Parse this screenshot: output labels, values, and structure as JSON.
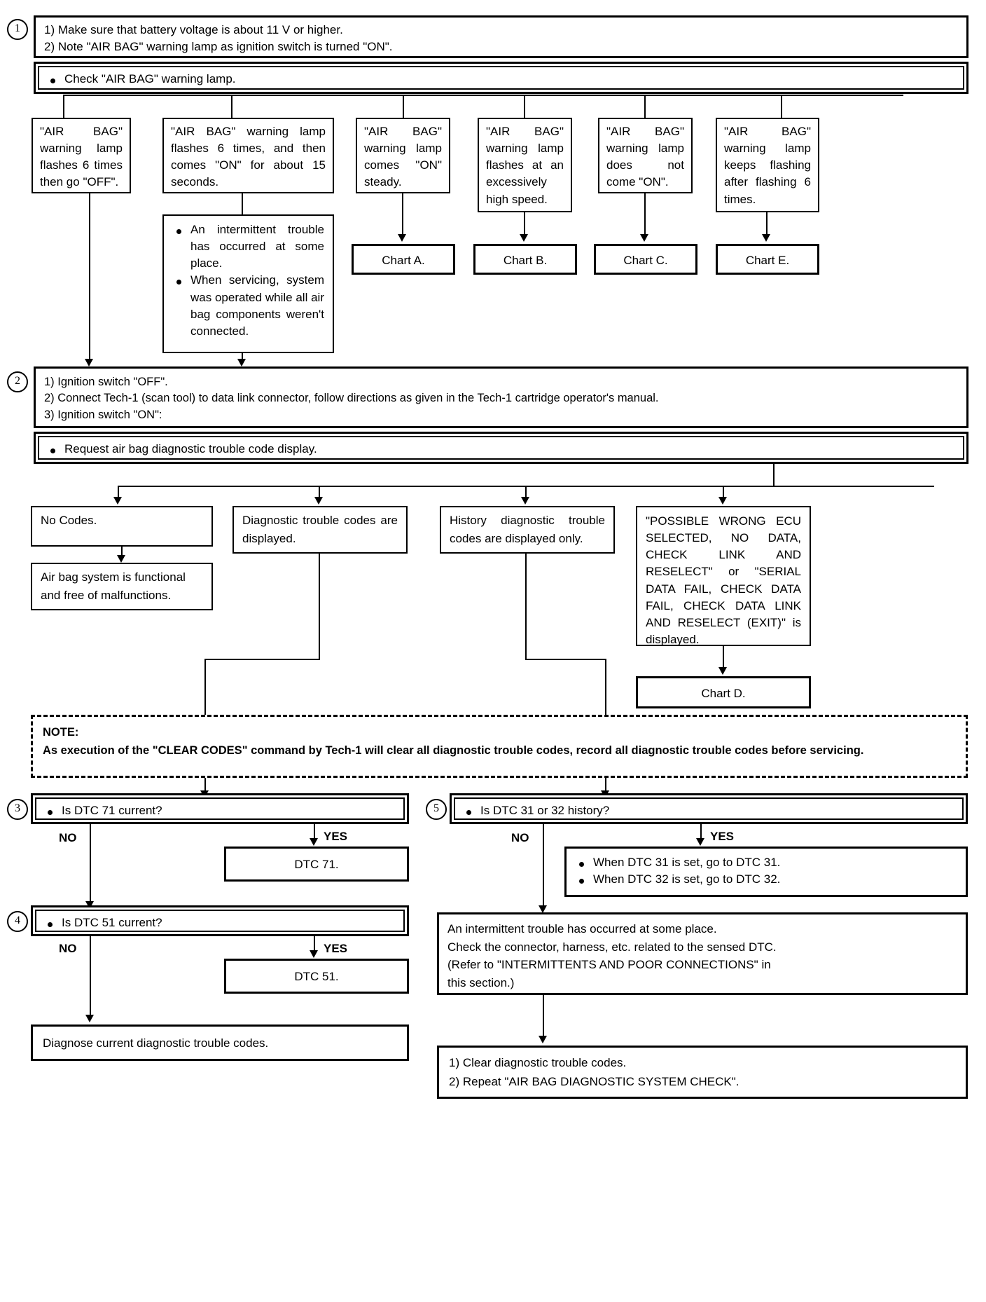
{
  "steps": {
    "s1": "1",
    "s2": "2",
    "s3": "3",
    "s4": "4",
    "s5": "5"
  },
  "step1": {
    "instruction_line1": "1) Make sure that battery voltage is about 11 V or higher.",
    "instruction_line2": "2) Note \"AIR BAG\" warning lamp as ignition switch is turned \"ON\".",
    "action": "Check \"AIR BAG\" warning lamp.",
    "branches": [
      {
        "text": "\"AIR BAG\" warning lamp flashes 6 times then go \"OFF\"."
      },
      {
        "text": "\"AIR BAG\" warning lamp flashes 6 times, and then comes \"ON\" for about 15 seconds."
      },
      {
        "text": "\"AIR BAG\" warning lamp comes \"ON\" steady."
      },
      {
        "text": "\"AIR BAG\" warning lamp flashes at an excessively high speed."
      },
      {
        "text": "\"AIR BAG\" warning lamp does not come \"ON\"."
      },
      {
        "text": "\"AIR BAG\" warning lamp keeps flashing after flashing 6 times."
      }
    ],
    "intermittent_note_b1": "An intermittent trouble has occurred at some place.",
    "intermittent_note_b2": "When servicing, system was operated while all air bag components weren't connected.",
    "charts": [
      {
        "label": "Chart A."
      },
      {
        "label": "Chart B."
      },
      {
        "label": "Chart C."
      },
      {
        "label": "Chart E."
      }
    ]
  },
  "step2": {
    "instruction_line1": "1) Ignition switch \"OFF\".",
    "instruction_line2": "2) Connect Tech-1 (scan tool) to data link connector, follow directions as given in the Tech-1 cartridge operator's manual.",
    "instruction_line3": "3) Ignition switch \"ON\":",
    "action": "Request air bag diagnostic trouble code display.",
    "results": [
      {
        "text": "No Codes."
      },
      {
        "text": "Diagnostic trouble codes are displayed."
      },
      {
        "text": "History diagnostic trouble codes are displayed only."
      },
      {
        "text": "\"POSSIBLE WRONG ECU SELECTED, NO DATA, CHECK LINK AND RESELECT\" or \"SERIAL DATA FAIL, CHECK DATA FAIL, CHECK DATA LINK AND RESELECT (EXIT)\" is displayed."
      }
    ],
    "no_codes_outcome": "Air bag system is functional and free of malfunctions.",
    "chart_d": "Chart D."
  },
  "note": {
    "header": "NOTE:",
    "body": "As execution of the \"CLEAR CODES\" command by Tech-1 will clear all diagnostic trouble codes, record all diagnostic trouble codes before servicing."
  },
  "step3": {
    "question": "Is DTC 71 current?",
    "no_label": "NO",
    "yes_label": "YES",
    "yes_result": "DTC 71."
  },
  "step4": {
    "question": "Is DTC 51 current?",
    "no_label": "NO",
    "yes_label": "YES",
    "yes_result": "DTC 51.",
    "no_result": "Diagnose current diagnostic trouble codes."
  },
  "step5": {
    "question": "Is DTC 31 or 32 history?",
    "no_label": "NO",
    "yes_label": "YES",
    "yes_result_b1": "When DTC 31 is set, go to DTC 31.",
    "yes_result_b2": "When DTC 32 is set, go to DTC 32.",
    "intermittent_l1": "An intermittent trouble has occurred at some place.",
    "intermittent_l2": "Check the connector, harness, etc. related to the sensed DTC.",
    "intermittent_l3": "(Refer to \"INTERMITTENTS AND POOR CONNECTIONS\" in",
    "intermittent_l4": "this section.)",
    "final_l1": "1) Clear diagnostic trouble codes.",
    "final_l2": "2) Repeat \"AIR BAG DIAGNOSTIC SYSTEM CHECK\"."
  }
}
